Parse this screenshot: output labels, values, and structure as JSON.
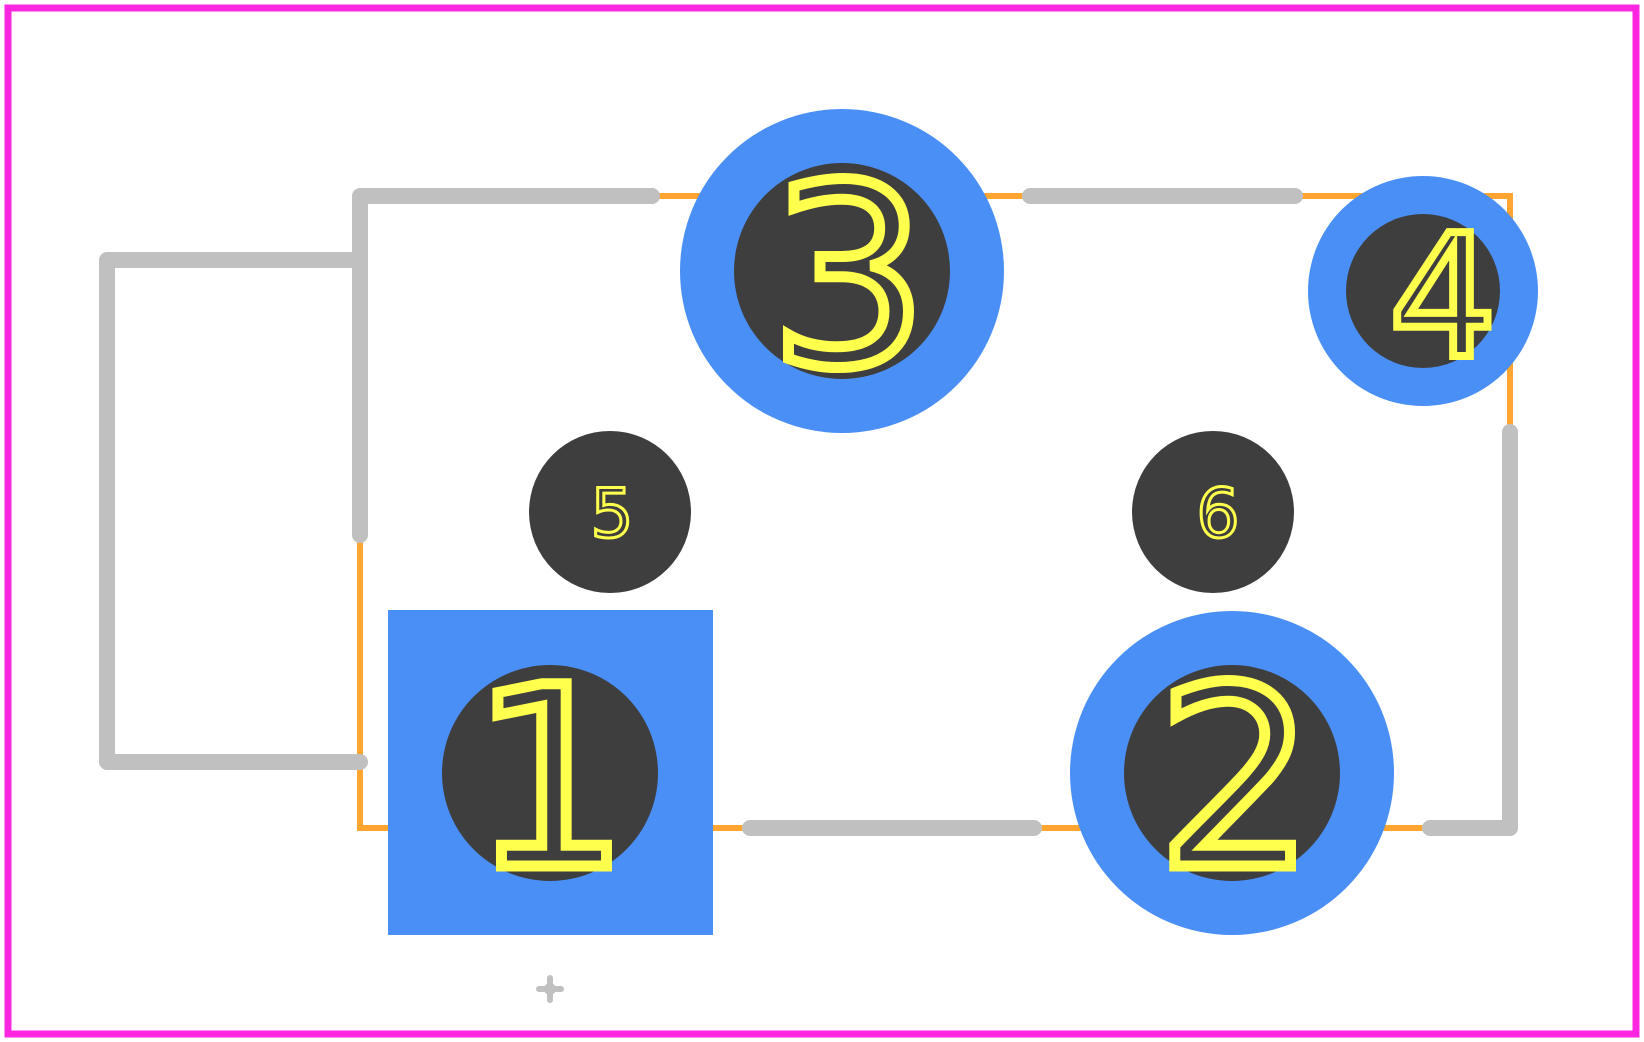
{
  "colors": {
    "background": "#ffffff",
    "board_outline": "#ff26e2",
    "silkscreen": "#c0c0c0",
    "courtyard": "#ffa530",
    "copper_pad": "#4a8ff5",
    "drill_hole": "#3e3e3e",
    "pad_number": "#ffff4d"
  },
  "pads": [
    {
      "number": "1",
      "shape": "square",
      "plated": true
    },
    {
      "number": "2",
      "shape": "round",
      "plated": true
    },
    {
      "number": "3",
      "shape": "round",
      "plated": true
    },
    {
      "number": "4",
      "shape": "round",
      "plated": true
    },
    {
      "number": "5",
      "shape": "hole",
      "plated": false
    },
    {
      "number": "6",
      "shape": "hole",
      "plated": false
    }
  ],
  "origin_marker": "crosshair-icon"
}
